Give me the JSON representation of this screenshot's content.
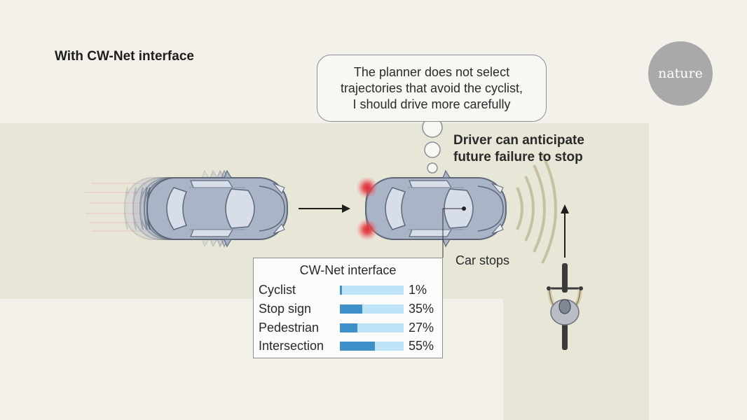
{
  "title": "With CW-Net interface",
  "logo": "nature",
  "thought_bubble": {
    "lines": [
      "The planner does not select",
      "trajectories that avoid the cyclist,",
      "I should drive more carefully"
    ]
  },
  "callout": {
    "lines": [
      "Driver can anticipate",
      "future failure to stop"
    ]
  },
  "car_stops_label": "Car stops",
  "panel": {
    "title": "CW-Net interface",
    "rows": [
      {
        "label": "Cyclist",
        "percent": 1,
        "display": "1%"
      },
      {
        "label": "Stop sign",
        "percent": 35,
        "display": "35%"
      },
      {
        "label": "Pedestrian",
        "percent": 27,
        "display": "27%"
      },
      {
        "label": "Intersection",
        "percent": 55,
        "display": "55%"
      }
    ]
  },
  "colors": {
    "background": "#f4f1ea",
    "road": "#e8e6d7",
    "car_body": "#a9b4c7",
    "car_glass": "#d7deea",
    "brake_light": "#d9363e",
    "bar_fill": "#3f90c8",
    "bar_track": "#bde3f6",
    "logo": "#a9a9a9"
  },
  "icons": [
    "car-icon",
    "moving-car-icon",
    "arrow-right-icon",
    "arrow-up-icon",
    "cyclist-icon",
    "brake-light-icon",
    "sound-wave-icon"
  ]
}
